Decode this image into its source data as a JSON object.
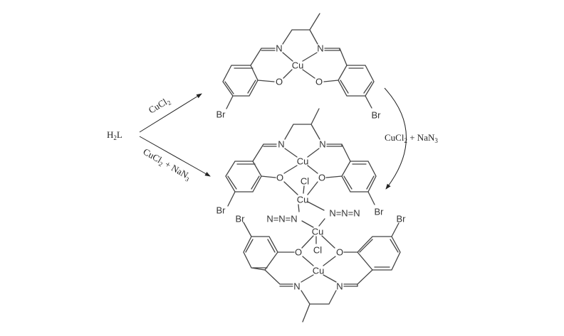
{
  "reactant": {
    "label": "H",
    "sub": "2",
    "tail": "L"
  },
  "reaction_upper": {
    "reagent": "CuCl",
    "sub": "2"
  },
  "reaction_lower": {
    "reagent": "CuCl",
    "sub": "2",
    "plus": " + NaN",
    "sub2": "3"
  },
  "reaction_right": {
    "reagent": "CuCl",
    "sub": "2",
    "plus": " + NaN",
    "sub2": "3"
  },
  "atoms": {
    "n": "N",
    "o": "O",
    "cu": "Cu",
    "cl": "Cl",
    "br": "Br",
    "azide": "N=N=N"
  },
  "colors": {
    "bond": "#444444",
    "text": "#333333"
  }
}
